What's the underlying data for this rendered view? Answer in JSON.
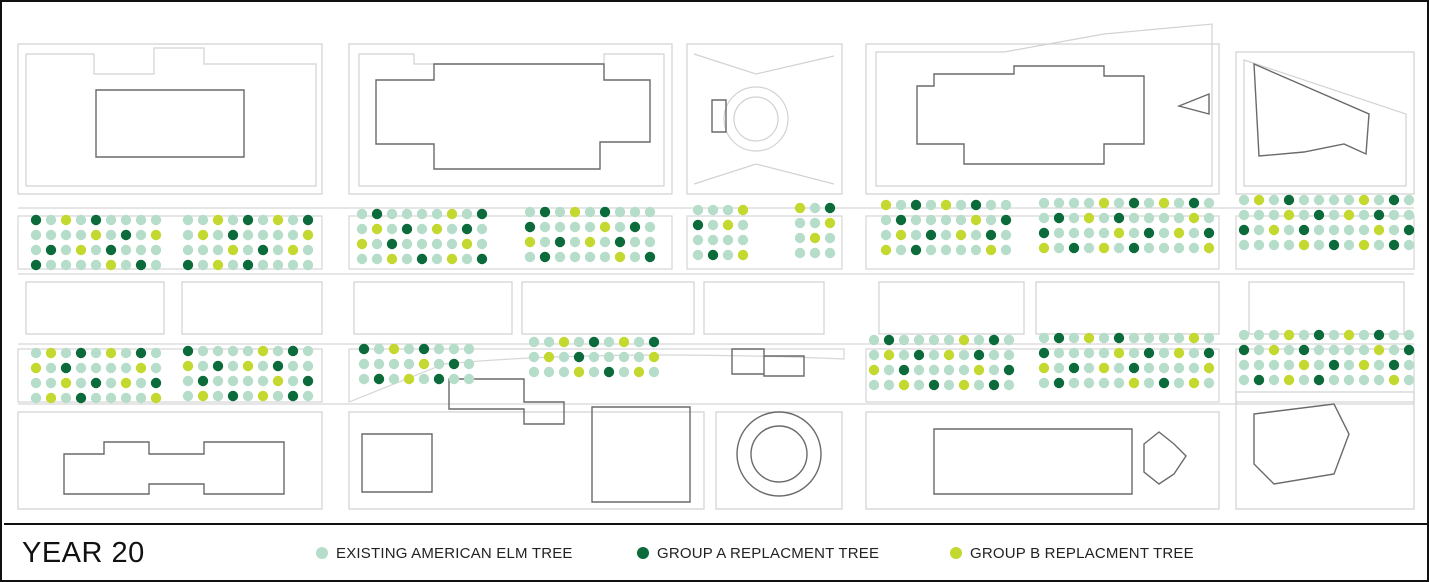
{
  "title": "YEAR 20",
  "legend": [
    {
      "key": "existing",
      "label": "EXISTING AMERICAN ELM TREE",
      "color": "#b6ddc9"
    },
    {
      "key": "groupA",
      "label": "GROUP A REPLACMENT TREE",
      "color": "#0b6b3a"
    },
    {
      "key": "groupB",
      "label": "GROUP B REPLACMENT TREE",
      "color": "#c3d92f"
    }
  ],
  "colors": {
    "frame": "#111111",
    "street_lines": "#d2d2d2",
    "building_outlines": "#6a6a6a",
    "existing_tree": "#b6ddc9",
    "group_a_tree": "#0b6b3a",
    "group_b_tree": "#c3d92f"
  },
  "tree_groups_order": [
    "existing",
    "groupA",
    "groupB"
  ]
}
